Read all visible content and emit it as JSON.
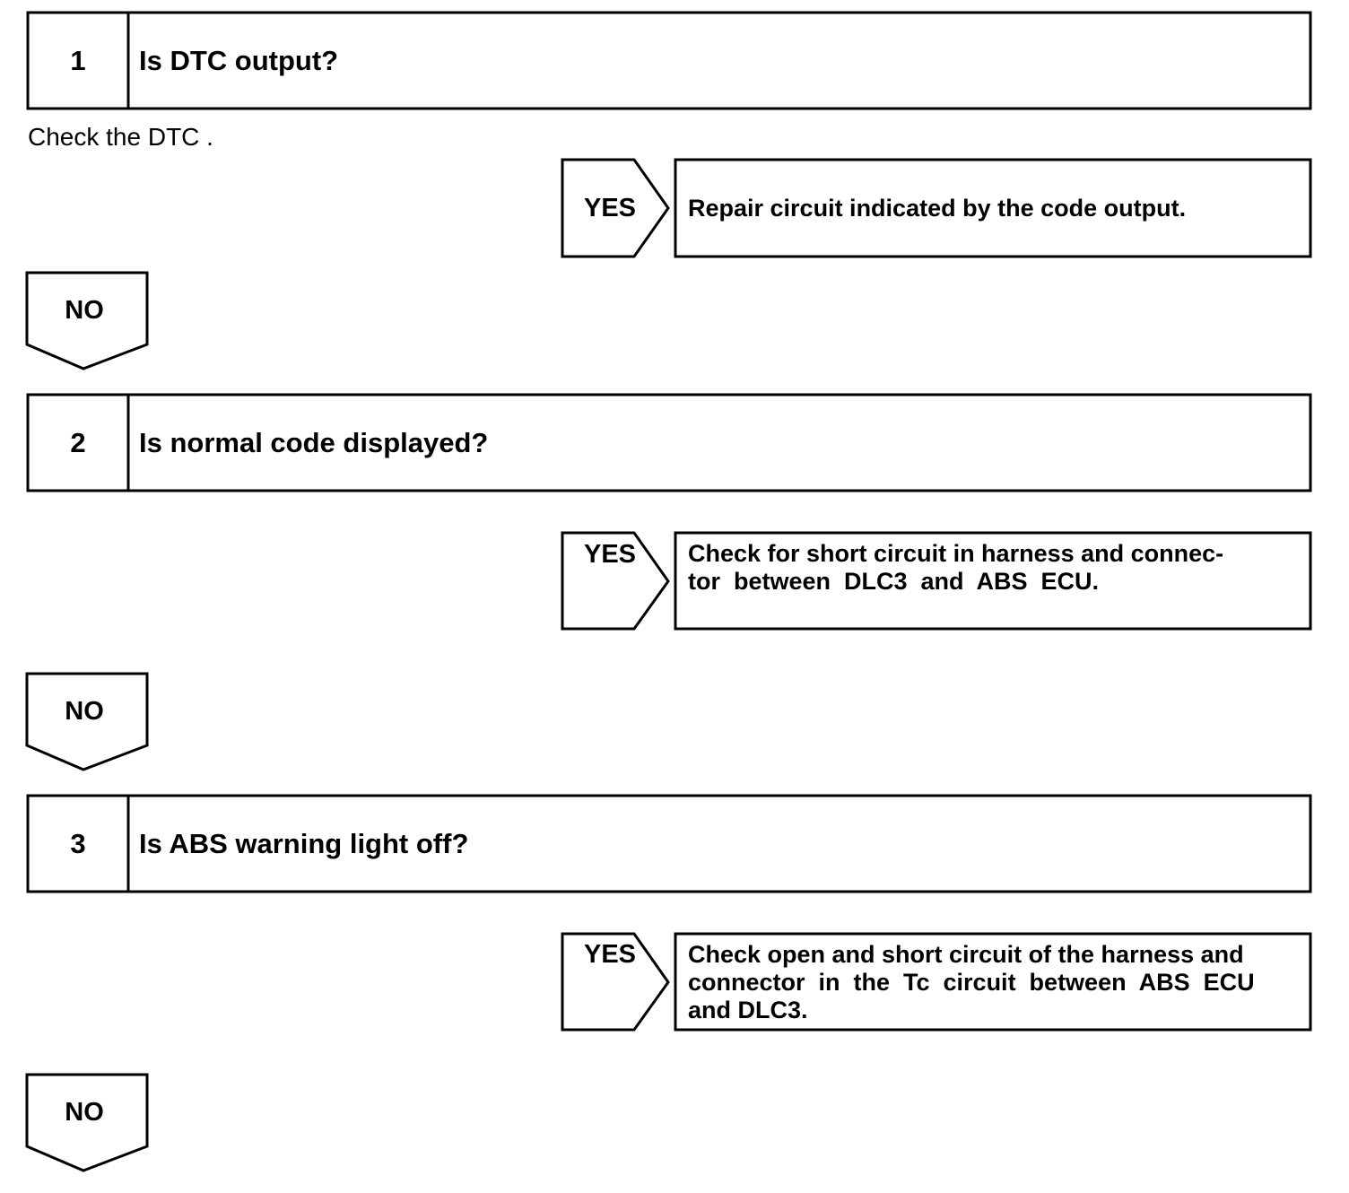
{
  "steps": [
    {
      "number": "1",
      "question": "Is DTC output?",
      "note": "Check the DTC .",
      "yes_label": "YES",
      "yes_action": [
        "Repair circuit indicated by the code output."
      ],
      "no_label": "NO"
    },
    {
      "number": "2",
      "question": "Is normal code displayed?",
      "yes_label": "YES",
      "yes_action": [
        "Check for short circuit in harness and connec-",
        "tor  between  DLC3  and  ABS  ECU."
      ],
      "no_label": "NO"
    },
    {
      "number": "3",
      "question": "Is ABS warning light off?",
      "yes_label": "YES",
      "yes_action": [
        "Check open and short circuit of the harness and",
        "connector  in  the  Tc  circuit  between  ABS  ECU",
        "and DLC3."
      ],
      "no_label": "NO"
    }
  ]
}
